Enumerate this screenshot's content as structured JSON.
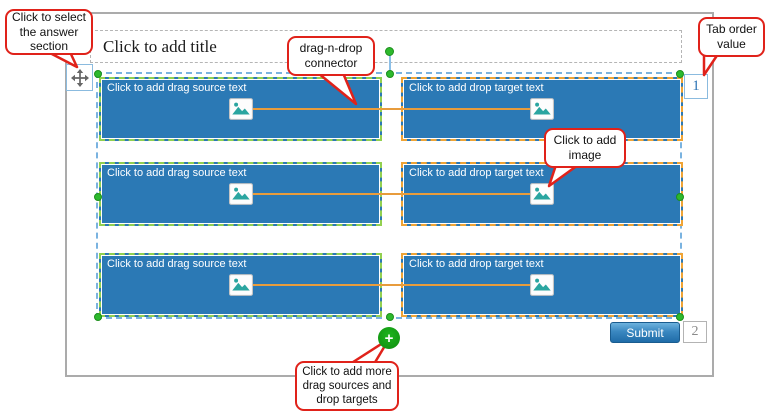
{
  "slide": {
    "title_placeholder": "Click to add title"
  },
  "answer_section": {
    "tab_order_value": "1",
    "rows": [
      {
        "source_label": "Click to add drag source text",
        "target_label": "Click to add drop target text"
      },
      {
        "source_label": "Click to add drag source text",
        "target_label": "Click to add drop target text"
      },
      {
        "source_label": "Click to add drag source text",
        "target_label": "Click to add drop target text"
      }
    ]
  },
  "submit": {
    "label": "Submit",
    "tab_order_value": "2"
  },
  "add_button": {
    "symbol": "+"
  },
  "icons": {
    "move": "move-icon",
    "image_placeholder": "image-placeholder-icon",
    "add": "plus-icon"
  },
  "callouts": [
    {
      "text": "Click to select the answer section"
    },
    {
      "text": "drag-n-drop connector"
    },
    {
      "text": "Tab order value"
    },
    {
      "text": "Click to add image"
    },
    {
      "text": "Click to add more drag sources and drop targets"
    }
  ],
  "colors": {
    "box_fill": "#2b79b5",
    "source_border": "#92d050",
    "target_border": "#f0a435",
    "connector": "#e89c3c",
    "section_border": "#7ab3e0",
    "handle_green": "#2db92d",
    "plus_green": "#12a312",
    "callout_red": "#e0221a",
    "tab_order_text": "#2e74b5",
    "submit_blue": "#1f6ca8"
  }
}
